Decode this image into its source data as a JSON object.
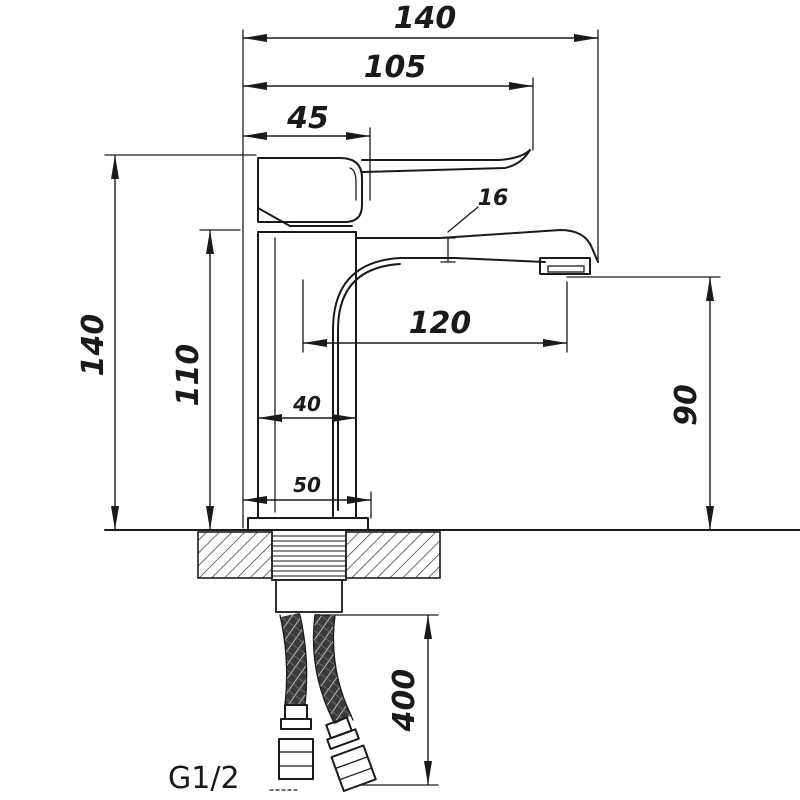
{
  "drawing": {
    "dimensions": {
      "overall_width": "140",
      "spout_reach": "105",
      "lever_offset": "45",
      "spout_thickness": "16",
      "outlet_reach": "120",
      "overall_height": "140",
      "body_height": "110",
      "outlet_height": "90",
      "body_width": "40",
      "base_width": "50",
      "hose_length": "400"
    },
    "thread_label": "G1/2"
  }
}
